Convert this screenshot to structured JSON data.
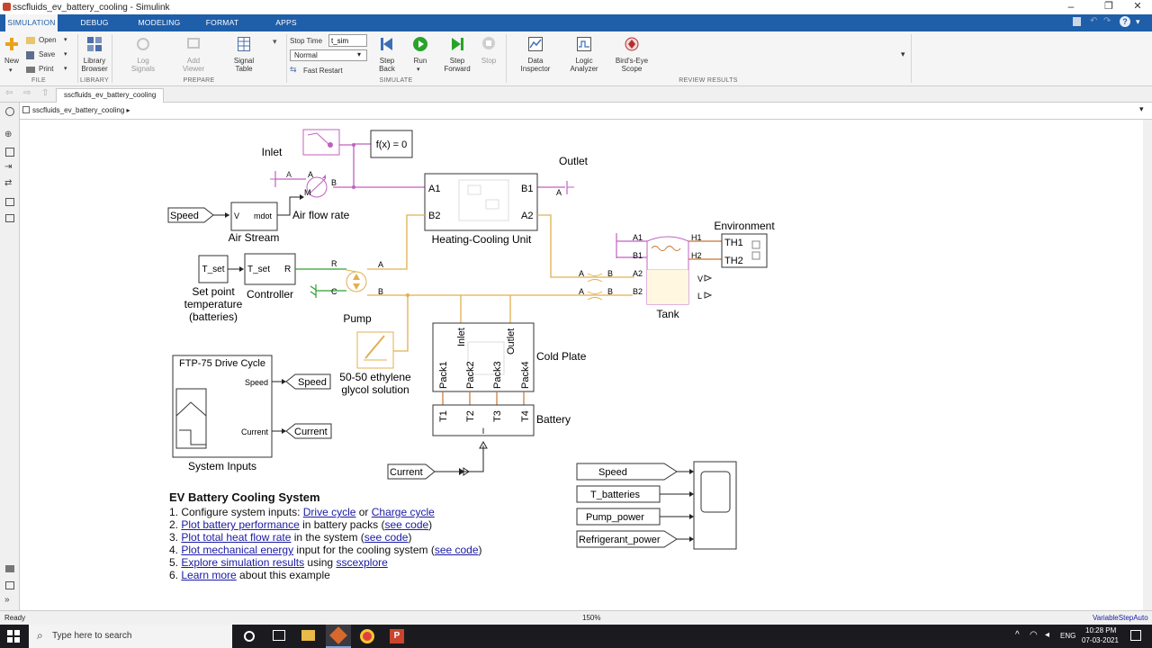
{
  "window": {
    "title": "sscfluids_ev_battery_cooling - Simulink"
  },
  "tabs": [
    "SIMULATION",
    "DEBUG",
    "MODELING",
    "FORMAT",
    "APPS"
  ],
  "ribbon": {
    "new": "New",
    "open": "Open",
    "save": "Save",
    "print": "Print",
    "library_browser_1": "Library",
    "library_browser_2": "Browser",
    "log_signals_1": "Log",
    "log_signals_2": "Signals",
    "add_viewer_1": "Add",
    "add_viewer_2": "Viewer",
    "signal_table_1": "Signal",
    "signal_table_2": "Table",
    "stop_time_label": "Stop Time",
    "stop_time_value": "t_sim",
    "mode_value": "Normal",
    "fast_restart": "Fast Restart",
    "step_back_1": "Step",
    "step_back_2": "Back",
    "run": "Run",
    "step_forward_1": "Step",
    "step_forward_2": "Forward",
    "stop": "Stop",
    "data_inspector_1": "Data",
    "data_inspector_2": "Inspector",
    "logic_analyzer_1": "Logic",
    "logic_analyzer_2": "Analyzer",
    "birds_eye_1": "Bird's-Eye",
    "birds_eye_2": "Scope",
    "groups": {
      "file": "FILE",
      "library": "LIBRARY",
      "prepare": "PREPARE",
      "simulate": "SIMULATE",
      "review": "REVIEW RESULTS"
    }
  },
  "model_tab": "sscfluids_ev_battery_cooling",
  "breadcrumb": "sscfluids_ev_battery_cooling",
  "diagram": {
    "fx": "f(x) = 0",
    "inlet": "Inlet",
    "outlet": "Outlet",
    "port_a": "A",
    "port_b": "B",
    "port_m": "M",
    "speed_in": "Speed",
    "air_stream_v": "V",
    "air_stream_mdot": "mdot",
    "air_stream": "Air Stream",
    "air_flow_rate": "Air flow rate",
    "hcu_a1": "A1",
    "hcu_b1": "B1",
    "hcu_b2": "B2",
    "hcu_a2": "A2",
    "hcu": "Heating-Cooling Unit",
    "environment": "Environment",
    "th1": "TH1",
    "th2": "TH2",
    "tank_a1": "A1",
    "tank_b1": "B1",
    "tank_a2": "A2",
    "tank_b2": "B2",
    "tank_h1": "H1",
    "tank_h2": "H2",
    "tank_v": "V",
    "tank_l": "L",
    "tank": "Tank",
    "tset_const": "T_set",
    "ctrl_tset": "T_set",
    "ctrl_r": "R",
    "setpoint_1": "Set point",
    "setpoint_2": "temperature",
    "setpoint_3": "(batteries)",
    "controller": "Controller",
    "pump_r": "R",
    "pump_c": "C",
    "pump": "Pump",
    "glycol_1": "50-50 ethylene",
    "glycol_2": "glycol solution",
    "cp_inlet": "Inlet",
    "cp_outlet": "Outlet",
    "pack1": "Pack1",
    "pack2": "Pack2",
    "pack3": "Pack3",
    "pack4": "Pack4",
    "cold_plate": "Cold Plate",
    "t1": "T1",
    "t2": "T2",
    "t3": "T3",
    "t4": "T4",
    "battery_i": "I",
    "battery": "Battery",
    "ftp_title": "FTP-75 Drive Cycle",
    "ftp_speed": "Speed",
    "ftp_current": "Current",
    "system_inputs": "System Inputs",
    "goto_speed": "Speed",
    "goto_current": "Current",
    "from_current": "Current",
    "scope_speed": "Speed",
    "scope_tbat": "T_batteries",
    "scope_pump": "Pump_power",
    "scope_refr": "Refrigerant_power"
  },
  "doc": {
    "title": "EV Battery Cooling System",
    "l1_a": "1. Configure system inputs: ",
    "l1_link1": "Drive cycle",
    "l1_b": " or ",
    "l1_link2": "Charge cycle",
    "l2_a": "2. ",
    "l2_link1": "Plot battery performance",
    "l2_b": " in battery packs (",
    "l2_link2": "see code",
    "l2_c": ")",
    "l3_a": "3. ",
    "l3_link1": "Plot total heat flow rate",
    "l3_b": " in the system (",
    "l3_link2": "see code",
    "l3_c": ")",
    "l4_a": "4. ",
    "l4_link1": "Plot mechanical energy",
    "l4_b": " input for the cooling system (",
    "l4_link2": "see code",
    "l4_c": ")",
    "l5_a": "5. ",
    "l5_link1": "Explore simulation results",
    "l5_b": " using ",
    "l5_link2": "sscexplore",
    "l6_a": "6. ",
    "l6_link1": "Learn more",
    "l6_b": " about this example"
  },
  "status": {
    "left": "Ready",
    "zoom": "150%",
    "solver": "VariableStepAuto"
  },
  "taskbar": {
    "search_placeholder": "Type here to search",
    "lang": "ENG",
    "time": "10:28 PM",
    "date": "07-03-2021"
  },
  "colors": {
    "ribbon_blue": "#1f5ea8",
    "moist_air": "#c060c0",
    "liquid": "#e0b050",
    "thermal": "#c87533",
    "control": "#2ca02c"
  }
}
